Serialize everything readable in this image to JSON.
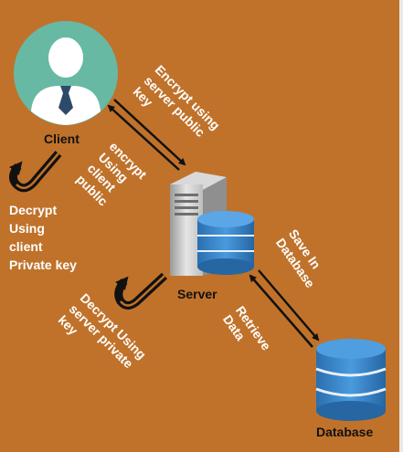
{
  "nodes": {
    "client": "Client",
    "server": "Server",
    "database": "Database"
  },
  "annotations": {
    "encrypt_server": [
      "Encrypt using",
      "server public",
      "key"
    ],
    "encrypt_client": [
      "encrypt",
      "Using",
      "client",
      "public"
    ],
    "decrypt_client": [
      "Decrypt",
      "Using",
      "client",
      "Private key"
    ],
    "decrypt_server": [
      "Decrypt Using",
      "server private",
      "key"
    ],
    "save": [
      "Save In",
      "Database"
    ],
    "retrieve": [
      "Retrieve",
      "Data"
    ]
  },
  "colors": {
    "background": "#c0722a",
    "user_circle": "#67b9a4",
    "database_blue": "#2f7fc6",
    "arrow": "#111111"
  },
  "icons": [
    "user-avatar-icon",
    "server-tower-icon",
    "database-icon",
    "u-turn-arrow-icon"
  ]
}
